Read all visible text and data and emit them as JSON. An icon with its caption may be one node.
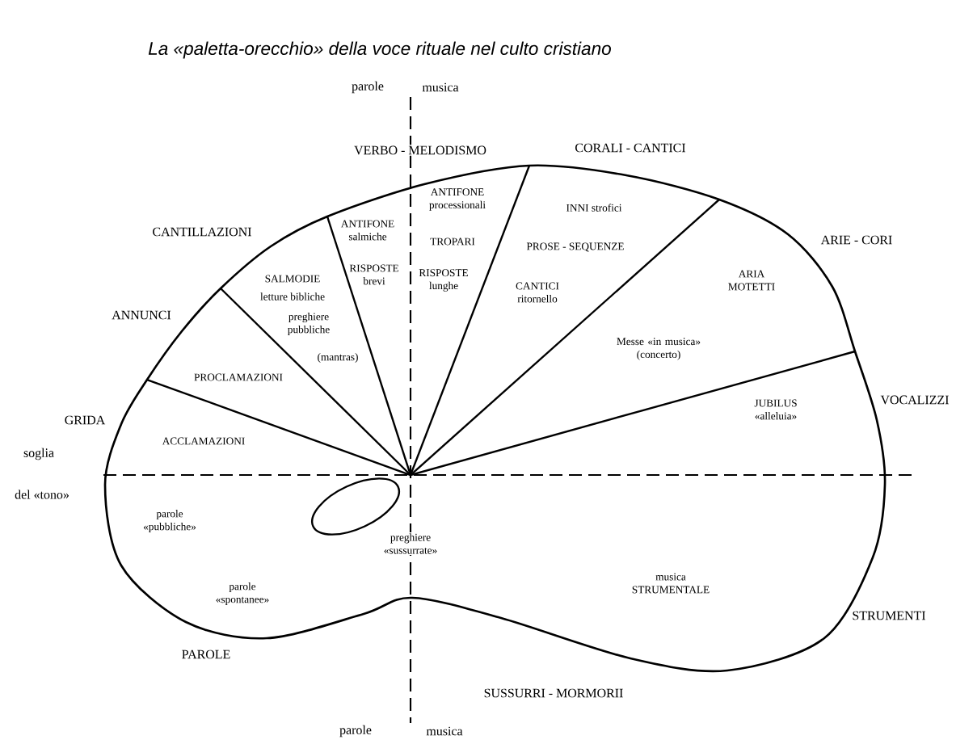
{
  "diagram": {
    "title": "La «paletta-orecchio» della voce rituale nel culto cristiano",
    "labels": [
      "parole",
      "musica",
      "VERBO - MELODISMO",
      "CORALI - CANTICI",
      "ANTIFONE processionali",
      "INNI strofici",
      "CANTILLAZIONI",
      "ANTIFONE salmiche",
      "TROPARI",
      "PROSE - SEQUENZE",
      "ARIE - CORI",
      "SALMODIE",
      "RISPOSTE brevi",
      "RISPOSTE lunghe",
      "letture bibliche",
      "ARIA MOTETTI",
      "CANTICI ritornello",
      "preghiere pubbliche",
      "ANNUNCI",
      "(mantras)",
      "Messe «in musica» (concerto)",
      "PROCLAMAZIONI",
      "VOCALIZZI",
      "JUBILUS «alleluia»",
      "GRIDA",
      "ACCLAMAZIONI",
      "soglia",
      "del «tono»",
      "parole «pubbliche»",
      "preghiere «sussurrate»",
      "musica STRUMENTALE",
      "parole «spontanee»",
      "STRUMENTI",
      "PAROLE",
      "SUSSURRI - MORMORII",
      "parole",
      "musica"
    ]
  }
}
